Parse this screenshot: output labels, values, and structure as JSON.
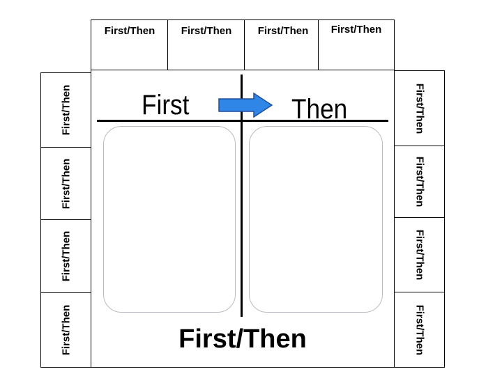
{
  "top_tabs": [
    "First/Then",
    "First/Then",
    "First/Then",
    "First/Then"
  ],
  "left_tabs": [
    "First/Then",
    "First/Then",
    "First/Then",
    "First/Then"
  ],
  "right_tabs": [
    "First/Then",
    "First/Then",
    "First/Then",
    "First/Then"
  ],
  "board": {
    "first_label": "First",
    "then_label": "Then",
    "title": "First/Then",
    "arrow_icon": "right-arrow-icon",
    "colors": {
      "arrow_fill": "#2f86e6",
      "arrow_stroke": "#1f4f9c",
      "slot_border": "#b9bcc2",
      "line": "#000000"
    }
  }
}
